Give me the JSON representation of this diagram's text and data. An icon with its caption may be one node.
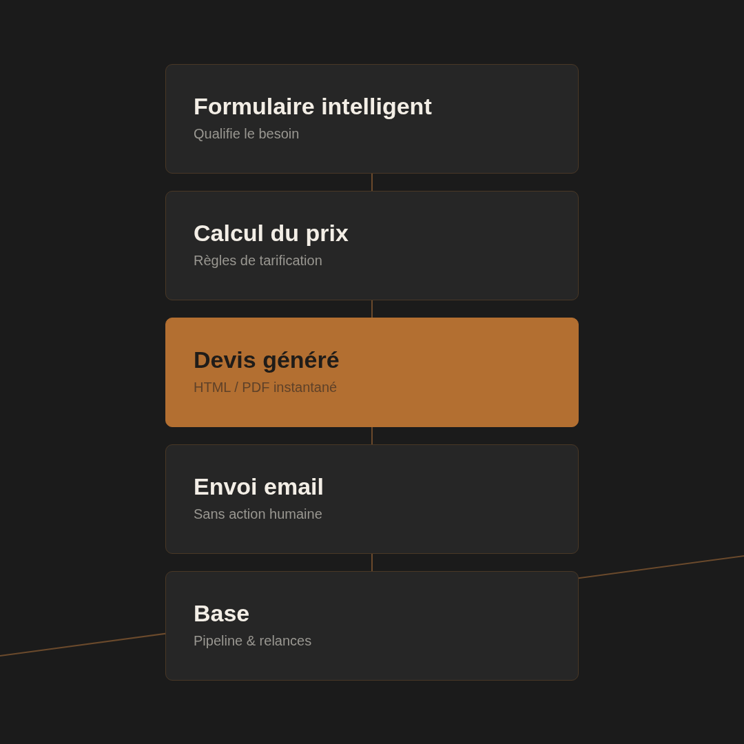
{
  "diagram": {
    "nodes": [
      {
        "text": [
          "Formulaire intelligent",
          "Qualifie le besoin"
        ]
      },
      {
        "text": [
          "Calcul du prix",
          "Règles de tarification"
        ]
      },
      {
        "text": [
          "Devis généré",
          "HTML / PDF instantané"
        ]
      },
      {
        "text": [
          "Envoi email",
          "Sans action humaine"
        ]
      },
      {
        "text": [
          "Base",
          "Pipeline & relances"
        ]
      }
    ],
    "edges": [
      {
        "from": 0,
        "to": 1,
        "arrow": "none"
      },
      {
        "from": 1,
        "to": 2,
        "arrow": "none"
      },
      {
        "from": 2,
        "to": 3,
        "arrow": "none"
      },
      {
        "from": 3,
        "to": 4,
        "arrow": "none"
      }
    ]
  }
}
